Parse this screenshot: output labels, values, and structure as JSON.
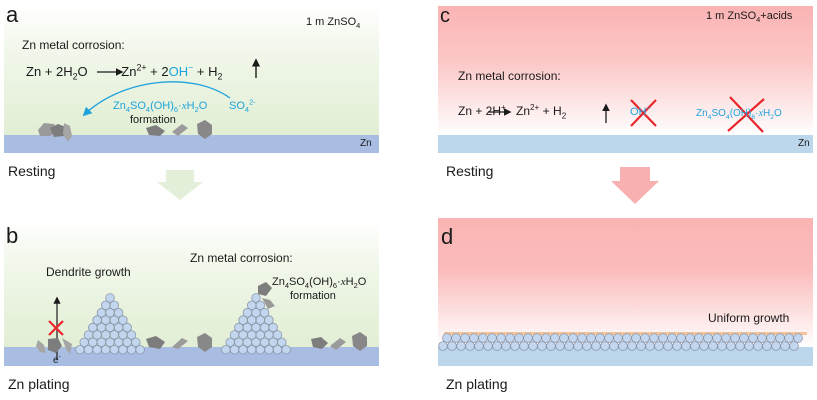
{
  "colors": {
    "green_bg_top": "#ffffff",
    "green_bg_bottom": "#e4efd8",
    "red_bg_top": "#fbb5b5",
    "red_bg_bottom": "#ffffff",
    "zn_left": "#a9bde3",
    "zn_right": "#bcd6ec",
    "cyan": "#1fa3dc",
    "cross": "#e8262b",
    "particle": "#8c8c8c",
    "sphere": "#c2d7ef",
    "green_arrow": "#e3efd9",
    "red_arrow": "#f9b0b0"
  },
  "panels": {
    "a": {
      "letter": "a",
      "electrolyte": {
        "main": "1 m ZnSO",
        "sub": "4"
      },
      "title": "Zn metal corrosion:",
      "equation": {
        "lhs": "Zn + 2H",
        "lhs_sub": "2",
        "lhs_end": "O",
        "rhs1": "Zn",
        "rhs1_sup": "2+",
        "plus1": "+ 2",
        "oh": "OH",
        "oh_sup": "−",
        "rhs2": "+ H",
        "rhs2_sub": "2"
      },
      "sulfate": {
        "main": "SO",
        "sub": "4",
        "sup": "2-"
      },
      "product": {
        "p1": "Zn",
        "s1": "4",
        "p2": "SO",
        "s2": "4",
        "p3": "(OH)",
        "s3": "6",
        "p4": "·",
        "x": "x",
        "p5": "H",
        "s5": "2",
        "p6": "O"
      },
      "formation": "formation",
      "substrate": "Zn"
    },
    "b": {
      "letter": "b",
      "dendrite": "Dendrite growth",
      "title": "Zn metal corrosion:",
      "product": {
        "p1": "Zn",
        "s1": "4",
        "p2": "SO",
        "s2": "4",
        "p3": "(OH)",
        "s3": "6",
        "p4": "·",
        "x": "x",
        "p5": "H",
        "s5": "2",
        "p6": "O"
      },
      "formation": "formation",
      "electron": {
        "main": "e",
        "sup": "-"
      }
    },
    "c": {
      "letter": "c",
      "electrolyte": {
        "main": "1 m ZnSO",
        "sub": "4",
        "end": "+acids"
      },
      "title": "Zn metal corrosion:",
      "equation": {
        "lhs": "Zn + 2H",
        "lhs_sup": "+",
        "rhs1": "Zn",
        "rhs1_sup": "2+",
        "rhs2": "+ H",
        "rhs2_sub": "2"
      },
      "oh": {
        "main": "OH",
        "sup": "−"
      },
      "product": {
        "p1": "Zn",
        "s1": "4",
        "p2": "SO",
        "s2": "4",
        "p3": "(OH)",
        "s3": "6",
        "p4": "·",
        "x": "x",
        "p5": "H",
        "s5": "2",
        "p6": "O"
      },
      "substrate": "Zn"
    },
    "d": {
      "letter": "d",
      "uniform": "Uniform growth"
    }
  },
  "captions": {
    "left_resting": "Resting",
    "left_plating": "Zn plating",
    "right_resting": "Resting",
    "right_plating": "Zn plating"
  }
}
